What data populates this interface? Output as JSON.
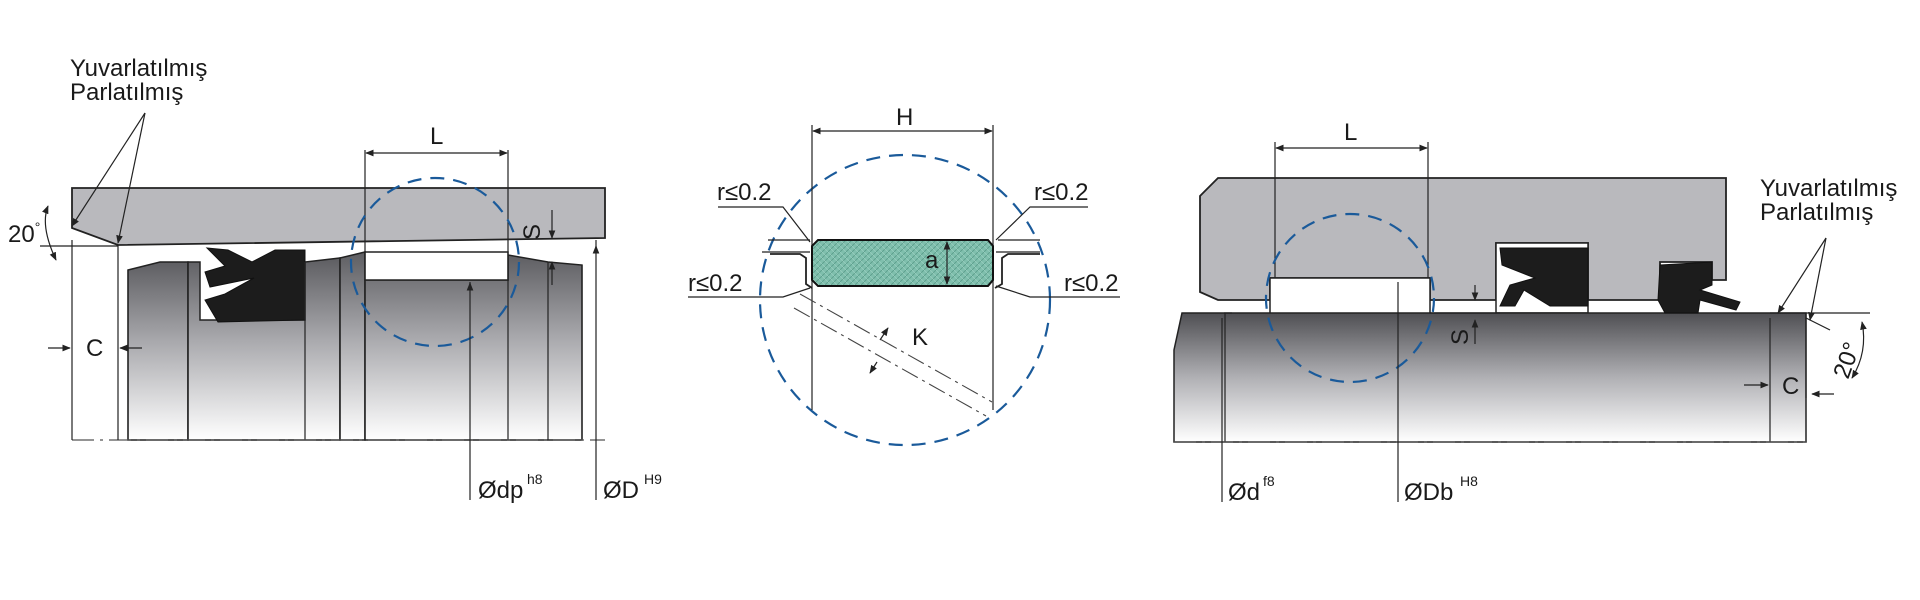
{
  "labels": {
    "left_finish_line1": "Yuvarlatılmış",
    "left_finish_line2": "Parlatılmış",
    "left_angle": "20",
    "left_angle_deg": "°",
    "left_L": "L",
    "left_S": "S",
    "left_C": "C",
    "left_dp": "Ødp",
    "left_dp_tol": "h8",
    "left_D": "ØD",
    "left_D_tol": "H9",
    "mid_H": "H",
    "mid_a": "a",
    "mid_K": "K",
    "mid_r_top_left": "r≤0.2",
    "mid_r_top_right": "r≤0.2",
    "mid_r_bot_left": "r≤0.2",
    "mid_r_bot_right": "r≤0.2",
    "right_L": "L",
    "right_S": "S",
    "right_C": "C",
    "right_angle": "20°",
    "right_finish_line1": "Yuvarlatılmış",
    "right_finish_line2": "Parlatılmış",
    "right_d": "Ød",
    "right_d_tol": "f8",
    "right_Db": "ØDb",
    "right_Db_tol": "H8"
  },
  "colors": {
    "housing_gray": "#b9b9bd",
    "seal_black": "#1c1c1c",
    "guide_ring_green": "#7fbfad",
    "detail_circle_blue": "#1a5a9a"
  }
}
